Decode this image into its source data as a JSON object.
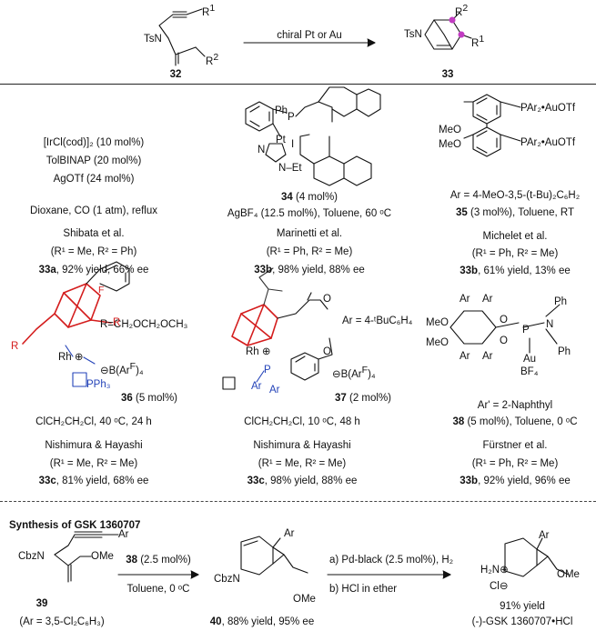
{
  "top_scheme": {
    "substrate_label": "32",
    "product_label": "33",
    "arrow_reagent": "chiral Pt or Au",
    "atoms": {
      "r1": "R",
      "r1_sup": "1",
      "r2": "R",
      "r2_sup": "2",
      "tsn": "TsN"
    }
  },
  "panels": {
    "shibata": {
      "line1": "[IrCl(cod)]₂ (10 mol%)",
      "line2": "TolBINAP (20 mol%)",
      "line3": "AgOTf (24 mol%)",
      "conditions": "Dioxane, CO (1 atm), reflux",
      "author": "Shibata et al.",
      "subst": "(R¹ = Me, R² = Ph)",
      "result_bold": "33a",
      "result_rest": ", 92% yield, 66% ee"
    },
    "marinetti": {
      "atoms": {
        "ph": "Ph",
        "p": "P",
        "pt": "Pt",
        "i": "I",
        "n1": "N",
        "n2": "N",
        "et": "–Et"
      },
      "cat_bold": "34",
      "cat_rest": " (4 mol%)",
      "conditions": "AgBF₄ (12.5 mol%), Toluene, 60 ᵒC",
      "author": "Marinetti et al.",
      "subst": "(R¹ = Ph, R² = Me)",
      "result_bold": "33b",
      "result_rest": ", 98% yield, 88% ee"
    },
    "michelet": {
      "atoms": {
        "meo1": "MeO",
        "meo2": "MeO",
        "p1": "PAr₂•AuOTf",
        "p2": "PAr₂•AuOTf"
      },
      "ar_def": "Ar = 4-MeO-3,5-(t-Bu)₂C₆H₂",
      "cat_bold": "35",
      "cat_rest": " (3 mol%), Toluene, RT",
      "author": "Michelet et al.",
      "subst": "(R¹ = Ph, R² = Me)",
      "result_bold": "33b",
      "result_rest": ", 61% yield, 13% ee"
    },
    "nishimura1": {
      "atoms": {
        "r_def": "R=CH₂OCH₂OCH₃",
        "rh": "Rh",
        "pph3": "PPh₃",
        "barf": "B(Ar",
        "barf_sup": "F",
        "barf_end": ")₄",
        "r": "R",
        "f": "F"
      },
      "cat_bold": "36",
      "cat_rest": " (5 mol%)",
      "conditions": "ClCH₂CH₂Cl, 40 ᵒC, 24 h",
      "author": "Nishimura & Hayashi",
      "subst": "(R¹ = Me, R² = Me)",
      "result_bold": "33c",
      "result_rest": ", 81% yield, 68% ee"
    },
    "nishimura2": {
      "atoms": {
        "ar_def": "Ar = 4-ᵗBuC₆H₄",
        "rh": "Rh",
        "p": "P",
        "ar1": "Ar",
        "ar2": "Ar",
        "o": "O",
        "barf": "B(Ar",
        "barf_sup": "F",
        "barf_end": ")₄"
      },
      "cat_bold": "37",
      "cat_rest": " (2 mol%)",
      "conditions": "ClCH₂CH₂Cl, 10 ᵒC, 48 h",
      "author": "Nishimura & Hayashi",
      "subst": "(R¹ = Me, R² = Me)",
      "result_bold": "33c",
      "result_rest": ", 98% yield, 88% ee"
    },
    "furstner": {
      "atoms": {
        "ar": "Ar",
        "meo": "MeO",
        "o": "O",
        "p": "P",
        "n": "N",
        "ph": "Ph",
        "au": "Au",
        "bf4": "BF₄"
      },
      "ar_def": "Ar' = 2-Naphthyl",
      "cat_bold": "38",
      "cat_rest": " (5 mol%), Toluene, 0 ᵒC",
      "author": "Fürstner et al.",
      "subst": "(R¹ = Ph, R² = Me)",
      "result_bold": "33b",
      "result_rest": ", 92% yield, 96% ee"
    }
  },
  "gsk": {
    "heading": "Synthesis of GSK 1360707",
    "sm_label": "39",
    "sm_ar": "(Ar = 3,5-Cl₂C₆H₃)",
    "sm_atoms": {
      "cbzn": "CbzN",
      "ome": "OMe",
      "ar": "Ar"
    },
    "step1_bold": "38",
    "step1_rest": " (2.5 mol%)",
    "step1_cond": "Toluene,  0 ᵒC",
    "int_atoms": {
      "cbzn": "CbzN",
      "ome": "OMe",
      "ar": "Ar"
    },
    "int_bold": "40",
    "int_rest": ", 88% yield, 95% ee",
    "step2a": "a) Pd-black (2.5 mol%), H₂",
    "step2b": "b) HCl in ether",
    "prod_atoms": {
      "h2n": "H₂N",
      "cl": "Cl",
      "ome": "OMe",
      "ar": "Ar"
    },
    "yield": "91% yield",
    "prod_name": "(-)-GSK 1360707•HCl"
  },
  "colors": {
    "red": "#d41d1d",
    "blue": "#2443b8",
    "magenta": "#c23cc2"
  }
}
